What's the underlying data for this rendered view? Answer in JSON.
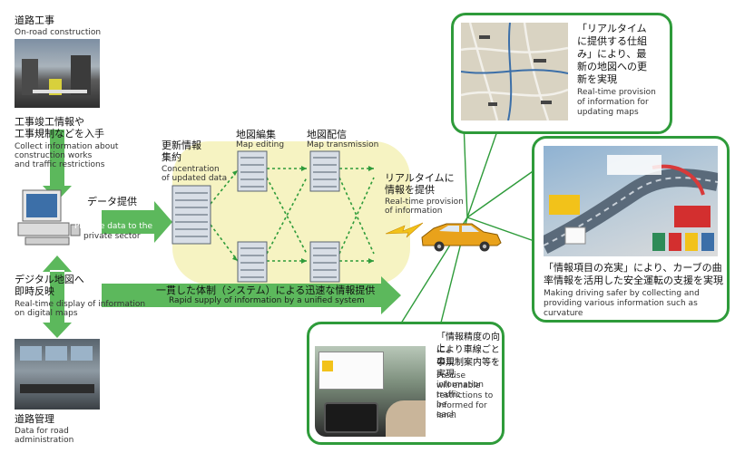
{
  "road_construction": {
    "title_jp": "道路工事",
    "title_en": "On-road construction"
  },
  "collect": {
    "jp_1": "工事竣工情報や",
    "jp_2": "工事規制などを入手",
    "en_1": "Collect information about",
    "en_2": "construction works",
    "en_3": "and traffic restrictions"
  },
  "provide": {
    "jp": "データ提供",
    "en_1": "Provide data to the",
    "en_2": "private sector"
  },
  "digital": {
    "jp_1": "デジタル地図へ",
    "jp_2": "即時反映",
    "en_1": "Real-time display of information",
    "en_2": "on digital maps"
  },
  "road_admin": {
    "jp": "道路管理",
    "en_1": "Data for road",
    "en_2": "administration"
  },
  "update": {
    "jp_1": "更新情報",
    "jp_2": "集約",
    "en_1": "Concentration",
    "en_2": "of updated data"
  },
  "editing": {
    "jp": "地図編集",
    "en": "Map editing"
  },
  "transmission": {
    "jp": "地図配信",
    "en": "Map transmission"
  },
  "realtime": {
    "jp_1": "リアルタイムに",
    "jp_2": "情報を提供",
    "en_1": "Real-time provision",
    "en_2": "of information"
  },
  "rapid": {
    "jp": "一貫した体制（システム）による迅速な情報提供",
    "en": "Rapid supply of information by a unified system"
  },
  "panel_top": {
    "jp_1": "「リアルタイム",
    "jp_2": "に提供する仕組",
    "jp_3": "み」により、最",
    "jp_4": "新の地図への更",
    "jp_5": "新を実現",
    "en_1": "Real-time provision",
    "en_2": "of information for",
    "en_3": "updating maps"
  },
  "panel_mid": {
    "jp_1": "「情報項目の充実」により、カーブの曲",
    "jp_2": "率情報を活用した安全運転の支援を実現",
    "en_1": "Making driving safer by collecting and",
    "en_2": "providing various information such as",
    "en_3": "curvature"
  },
  "panel_bot": {
    "jp_1": "「情報精度の向上」",
    "jp_2": "により車線ごとの工",
    "jp_3": "事規制案内等を実現",
    "en_1": "Precise information",
    "en_2": "will enable traffic",
    "en_3": "restrictions to be",
    "en_4": "informed for each",
    "en_5": "lane."
  },
  "colors": {
    "green": "#2e9b3a",
    "arrow_green": "#5cb85c",
    "highlight": "#f6f3c2",
    "car": "#e9a21b"
  }
}
